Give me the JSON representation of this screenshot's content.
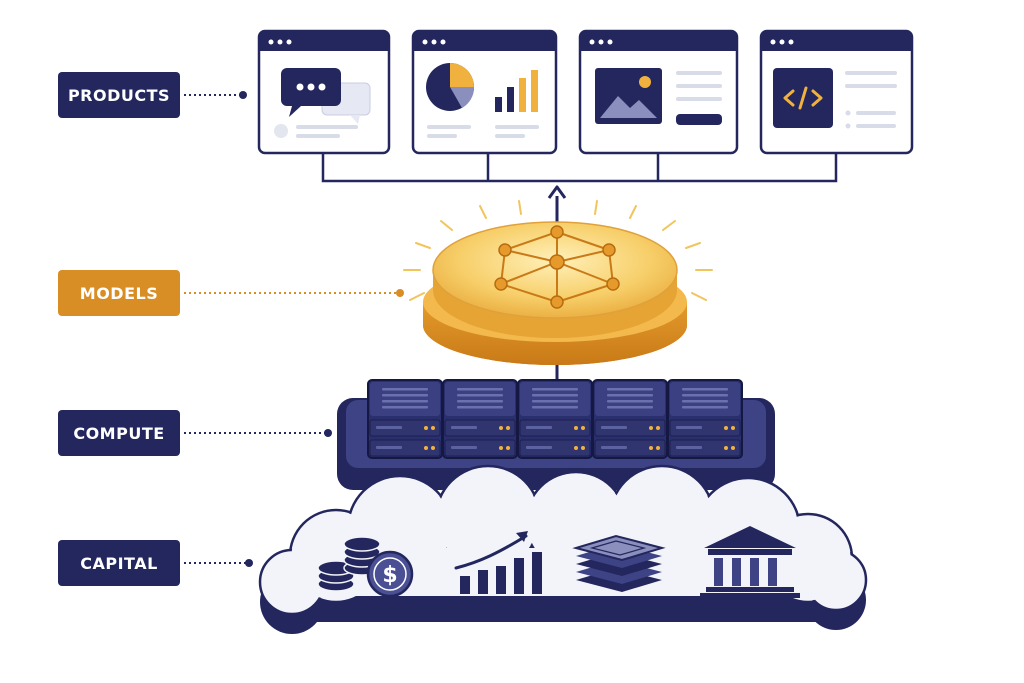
{
  "layers": {
    "products": "PRODUCTS",
    "models": "MODELS",
    "compute": "COMPUTE",
    "capital": "CAPITAL"
  },
  "colors": {
    "navy": "#23275e",
    "gold": "#d88d25",
    "gold_light": "#f6c95e",
    "pale": "#f3f4fa"
  },
  "icons": {
    "product_cards": [
      "chat-bubbles-icon",
      "analytics-chart-icon",
      "image-media-icon",
      "code-brackets-icon"
    ],
    "capital_items": [
      "coins-dollar-icon",
      "growth-chart-icon",
      "chip-stack-icon",
      "bank-icon"
    ]
  }
}
